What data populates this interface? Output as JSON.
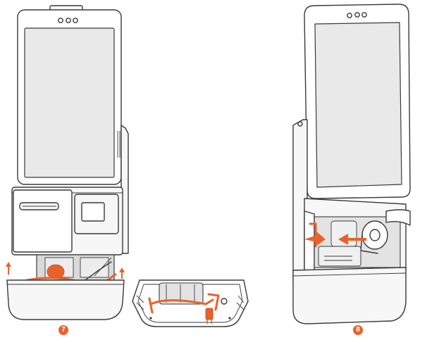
{
  "figure": {
    "steps": [
      {
        "id": "step-7",
        "label": "7"
      },
      {
        "id": "step-8",
        "label": "8"
      }
    ]
  },
  "colors": {
    "accent": "#e8622a",
    "outline": "#3a3a3a",
    "screen": "#e9e9e9",
    "fill_light": "#f7f7f7",
    "fill_mid": "#d9d9d9"
  },
  "icons": [
    "camera-icon",
    "arrow-up-icon",
    "arrow-right-icon",
    "arrow-left-icon",
    "paper-roll-icon"
  ]
}
